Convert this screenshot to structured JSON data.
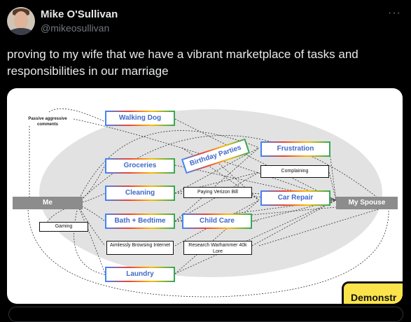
{
  "author": {
    "name": "Mike O'Sullivan",
    "handle": "@mikeosullivan"
  },
  "more_glyph": "···",
  "tweet_text": "proving to my wife that we have a vibrant marketplace of tasks and responsibilities in our marriage",
  "diagram": {
    "left_label": "Me",
    "right_label": "My Spouse",
    "note": "Passive aggressive comments",
    "tasks": {
      "walking_dog": "Walking Dog",
      "groceries": "Groceries",
      "cleaning": "Cleaning",
      "bath_bedtime": "Bath + Bedtime",
      "laundry": "Laundry",
      "birthday_parties": "Birthday Parties",
      "frustration": "Frustration",
      "car_repair": "Car Repair",
      "child_care": "Child Care"
    },
    "small_items": {
      "gaming": "Gaming",
      "browsing": "Aimlessly Browsing Internet",
      "complaining": "Complaining",
      "paying_bill": "Paying Verizon Bill",
      "research": "Research Warhammer 40k Lore"
    },
    "demo_label": "Demonstr"
  }
}
